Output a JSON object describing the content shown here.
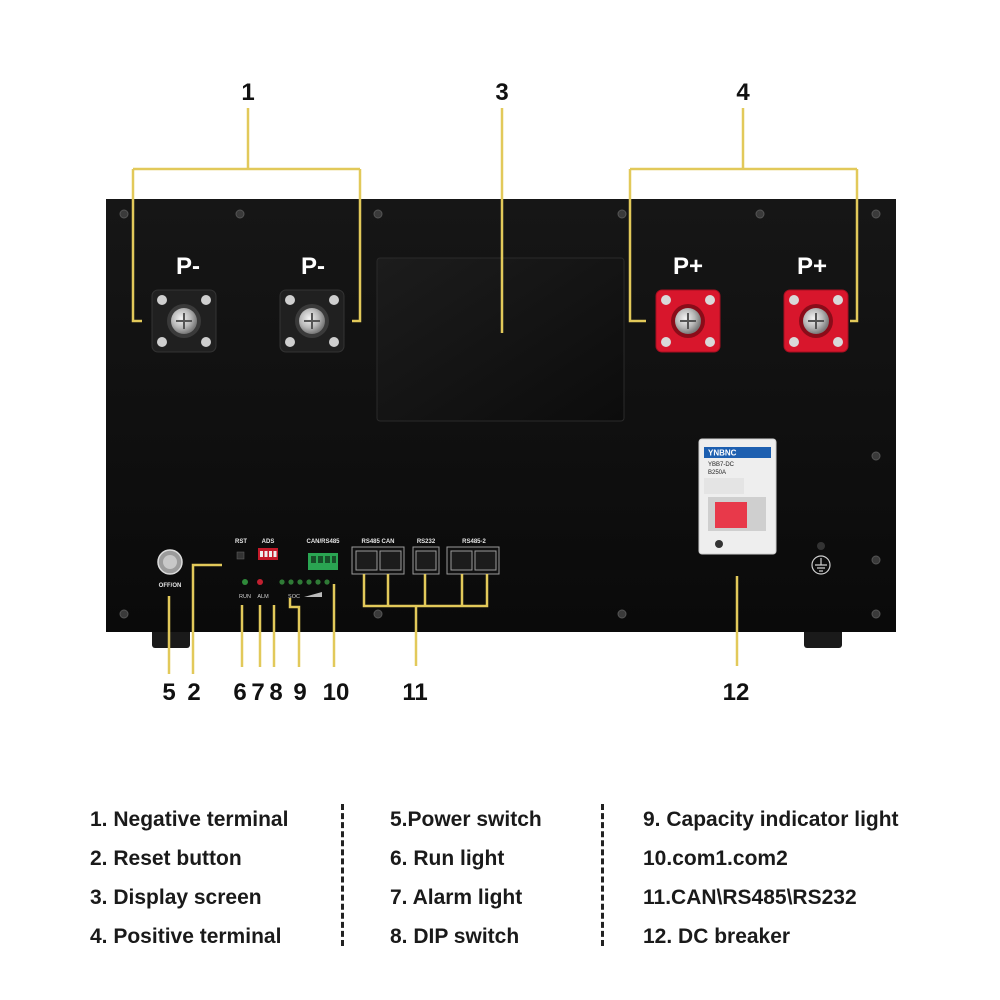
{
  "callouts": {
    "c1": "1",
    "c2": "2",
    "c3": "3",
    "c4": "4",
    "c5": "5",
    "c6": "6",
    "c7": "7",
    "c8": "8",
    "c9": "9",
    "c10": "10",
    "c11": "11",
    "c12": "12"
  },
  "terminals": {
    "neg1": "P-",
    "neg2": "P-",
    "pos1": "P+",
    "pos2": "P+"
  },
  "panel_labels": {
    "rst": "RST",
    "ads": "ADS",
    "can_rs485": "CAN/RS485",
    "rs485_can": "RS485 CAN",
    "rs232": "RS232",
    "rs485_2": "RS485-2",
    "off_on": "OFF/ON",
    "run": "RUN",
    "alm": "ALM",
    "soc": "SOC"
  },
  "breaker": {
    "brand": "YNBNC",
    "model": "YBB7-DC",
    "rating": "B250A"
  },
  "colors": {
    "accent": "#e2c95a",
    "terminal_red": "#d8162c",
    "panel": "#0d0d0d"
  },
  "legend": {
    "col1": [
      "1. Negative terminal",
      "2. Reset button",
      "3. Display screen",
      "4. Positive terminal"
    ],
    "col2": [
      "5.Power switch",
      "6. Run light",
      "7. Alarm light",
      "8. DIP switch"
    ],
    "col3": [
      "9. Capacity indicator light",
      "10.com1.com2",
      "11.CAN\\RS485\\RS232",
      "12. DC breaker"
    ]
  }
}
